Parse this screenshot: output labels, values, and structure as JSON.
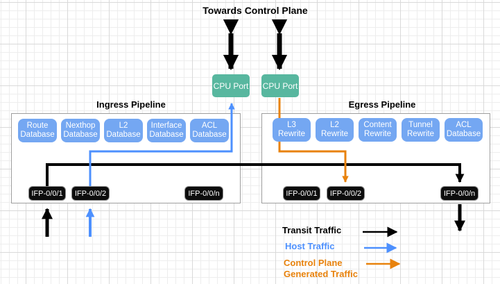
{
  "diagram_title": "Towards Control Plane",
  "cpu_port_label": "CPU Port",
  "ingress": {
    "title": "Ingress Pipeline",
    "databases": [
      "Route Database",
      "Nexthop Database",
      "L2 Database",
      "Interface Database",
      "ACL Database"
    ],
    "ports": [
      "IFP-0/0/1",
      "IFP-0/0/2",
      "IFP-0/0/n"
    ]
  },
  "egress": {
    "title": "Egress Pipeline",
    "modules": [
      "L3 Rewrite",
      "L2 Rewrite",
      "Content Rewrite",
      "Tunnel Rewrite",
      "ACL Database"
    ],
    "ports": [
      "IFP-0/0/1",
      "IFP-0/0/2",
      "IFP-0/0/n"
    ]
  },
  "legend": {
    "transit": {
      "label": "Transit Traffic",
      "color": "#000000"
    },
    "host": {
      "label": "Host Traffic",
      "color": "#4d90fe"
    },
    "control": {
      "label": "Control Plane Generated Traffic",
      "color": "#e8820c"
    }
  },
  "colors": {
    "cpu_port_fill": "#58b79f",
    "module_fill": "#74a7f2",
    "port_fill": "#0d0d0d",
    "transit_traffic": "#000000",
    "host_traffic": "#4d90fe",
    "control_plane_traffic": "#e8820c",
    "grid_minor": "#ededed",
    "grid_major": "#d9d9d9"
  }
}
